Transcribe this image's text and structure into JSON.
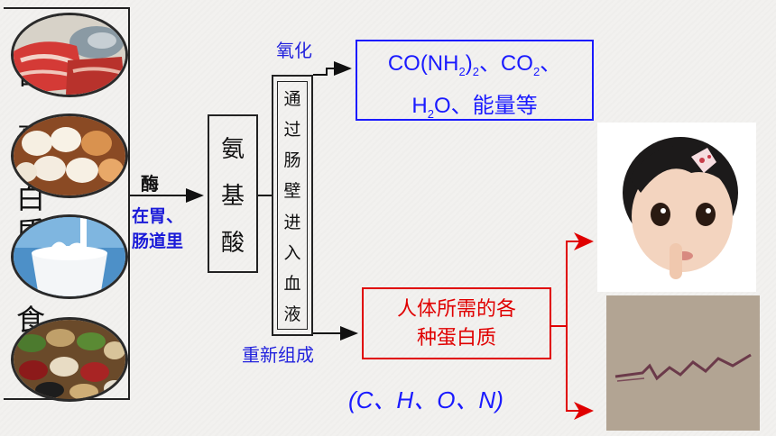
{
  "food_label_chars": [
    "含",
    "蛋",
    "白",
    "质",
    "食"
  ],
  "enzyme_label": "酶",
  "digestion_site": [
    "在胃、",
    "肠道里"
  ],
  "amino_acid_chars": [
    "氨",
    "基",
    "酸"
  ],
  "absorption_chars": [
    "通",
    "过",
    "肠",
    "壁",
    "进",
    "入",
    "血",
    "液"
  ],
  "oxidation_label": "氧化",
  "products": {
    "line1": {
      "a": "CO(NH",
      "b": "2",
      "c": ")",
      "d": "2",
      "e": "、CO",
      "f": "2",
      "g": "、"
    },
    "line2": {
      "a": "H",
      "b": "2",
      "c": "O、能量等"
    }
  },
  "resynthesis_label": "重新组成",
  "protein_box": [
    "人体所需的各",
    "种蛋白质"
  ],
  "elements_label": "(C、H、O、N)",
  "colors": {
    "blue": "#1a1aff",
    "red": "#e00000",
    "black": "#222222"
  }
}
